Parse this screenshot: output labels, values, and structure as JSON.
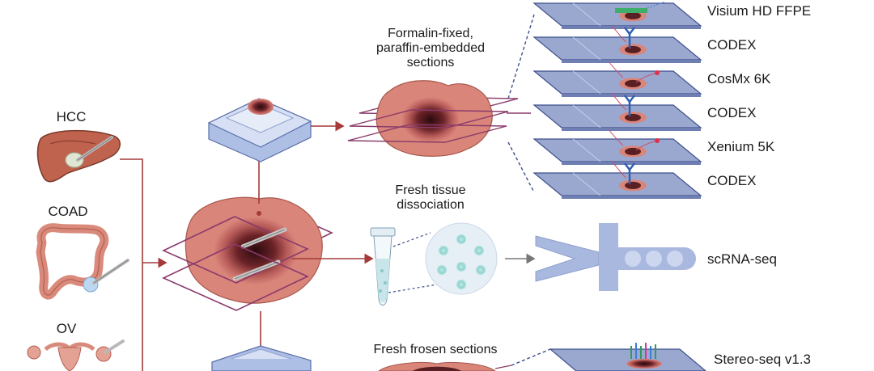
{
  "organs": [
    {
      "label": "HCC"
    },
    {
      "label": "COAD"
    },
    {
      "label": "OV"
    }
  ],
  "branches": {
    "ffpe": {
      "line1": "Formalin-fixed,",
      "line2": "paraffin-embedded",
      "line3": "sections"
    },
    "fresh": {
      "line1": "Fresh tissue",
      "line2": "dissociation"
    },
    "frozen": {
      "line1": "Fresh frosen sections"
    }
  },
  "slides": [
    {
      "label": "Visium HD FFPE",
      "probe": "visium"
    },
    {
      "label": "CODEX",
      "probe": "antibody"
    },
    {
      "label": "CosMx 6K",
      "probe": "fish"
    },
    {
      "label": "CODEX",
      "probe": "antibody"
    },
    {
      "label": "Xenium 5K",
      "probe": "fish"
    },
    {
      "label": "CODEX",
      "probe": "antibody"
    }
  ],
  "scrna": {
    "label": "scRNA-seq"
  },
  "stereo": {
    "label": "Stereo-seq v1.3"
  },
  "colors": {
    "arrow": "#a43a3a",
    "plane": "#8a3a6a",
    "slide": "#9aa8d0",
    "slide_stroke": "#3d4f8c",
    "tissue": "#d9857a",
    "tissue_dark": "#5a1f22",
    "dashed": "#3d4f8c",
    "microfluidic": "#a9b8df"
  }
}
